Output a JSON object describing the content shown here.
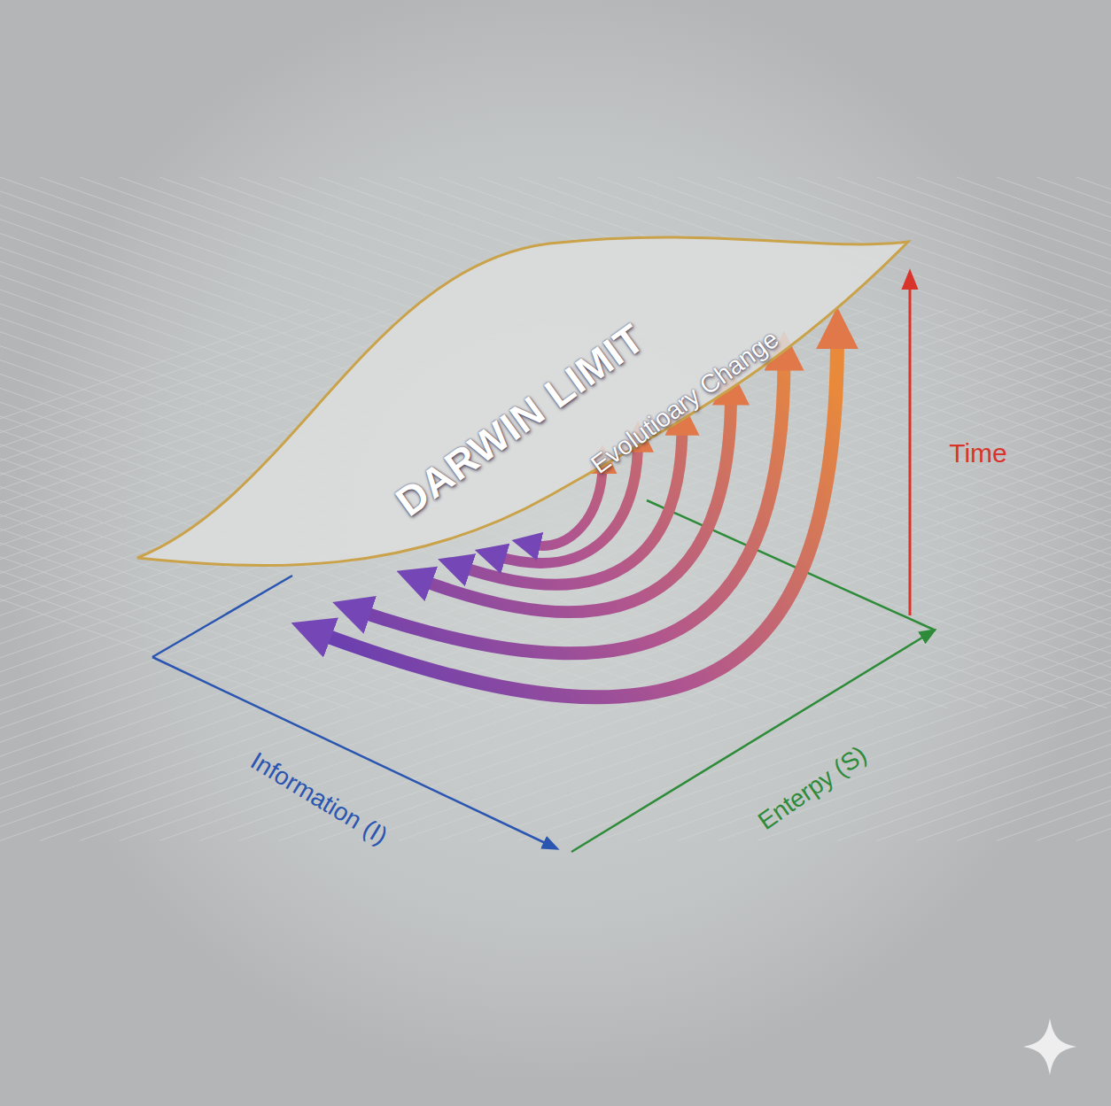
{
  "diagram": {
    "nodes": [
      {
        "text": [
          "DARWIN LIMIT",
          "Evolutioary Change"
        ]
      }
    ],
    "labels": [
      "Time",
      "Information (I)",
      "Enterpy (S)"
    ]
  }
}
